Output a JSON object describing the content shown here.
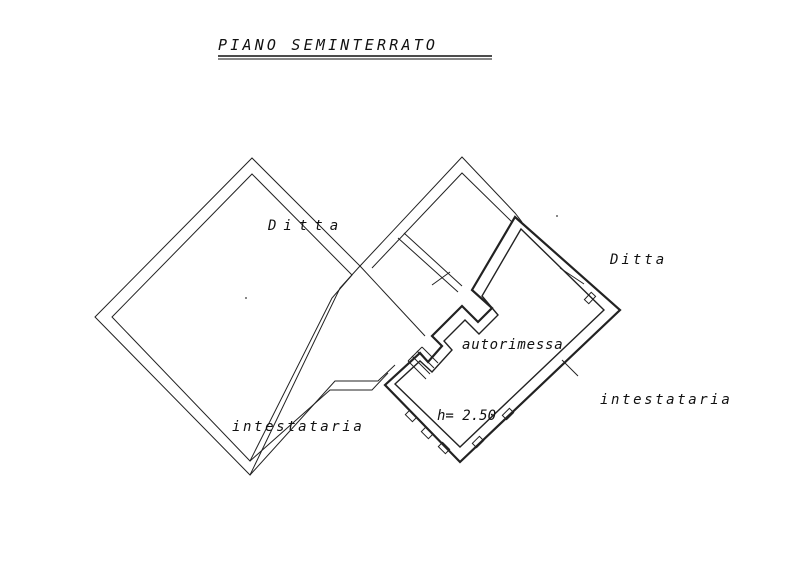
{
  "title": "PIANO SEMINTERRATO",
  "labels": {
    "ditta_left": "Ditta",
    "ditta_right": "Ditta",
    "intestataria_left": "intestataria",
    "intestataria_right": "intestataria",
    "room_name": "autorimessa",
    "room_height": "h= 2.50"
  }
}
